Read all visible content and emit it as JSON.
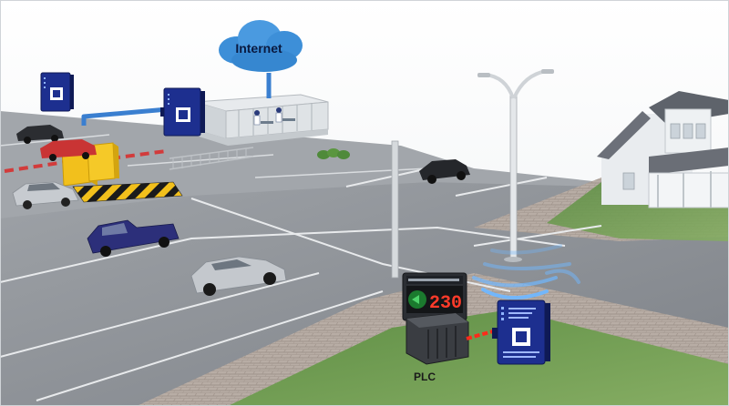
{
  "labels": {
    "internet": "Internet",
    "plc": "PLC"
  },
  "parking_display": {
    "value": "230"
  },
  "colors": {
    "road": "#8d9196",
    "lot": "#9a9ea3",
    "grass": "#5f8f47",
    "brick": "#b9aea6",
    "cloud": "#3d8fd8",
    "device": "#1d2f8f",
    "cable_blue": "#3a7fd0",
    "signal": "#6fb7ff",
    "gate": "#f2c01c",
    "led": "#ff2a1a"
  },
  "icons": [
    "cloud-icon",
    "server-device-icon",
    "barrier-gate-icon",
    "car-icon",
    "house-icon",
    "street-lamp-icon",
    "wireless-signal-icon",
    "plc-icon",
    "parking-sign-icon"
  ]
}
